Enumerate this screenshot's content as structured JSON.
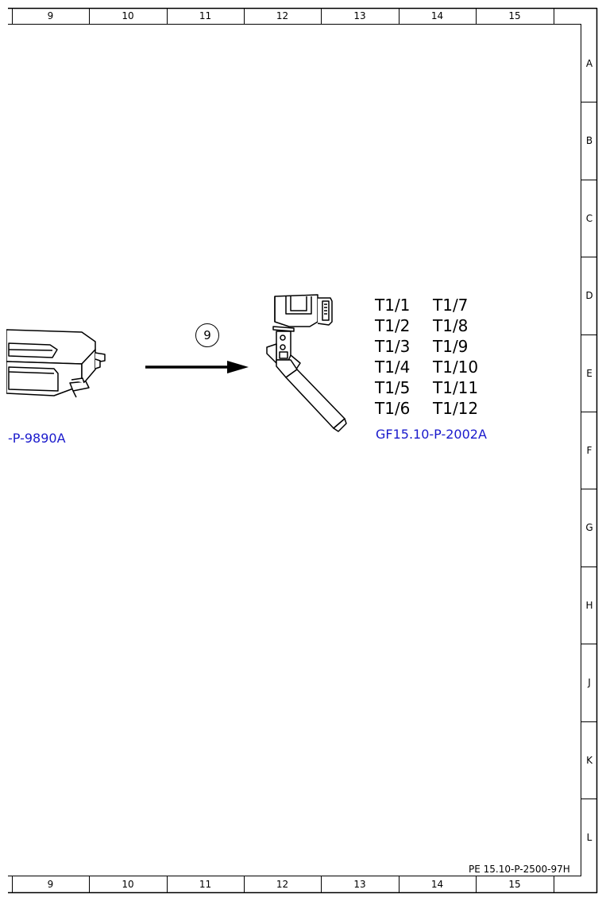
{
  "column_labels": [
    "9",
    "10",
    "11",
    "12",
    "13",
    "14",
    "15"
  ],
  "row_labels": [
    "A",
    "B",
    "C",
    "D",
    "E",
    "F",
    "G",
    "H",
    "J",
    "K",
    "L"
  ],
  "callout_number": "9",
  "left_component_link": "-P-9890A",
  "right_component_link": "GF15.10-P-2002A",
  "pin_list": {
    "left": [
      "T1/1",
      "T1/2",
      "T1/3",
      "T1/4",
      "T1/5",
      "T1/6"
    ],
    "right": [
      "T1/7",
      "T1/8",
      "T1/9",
      "T1/10",
      "T1/11",
      "T1/12"
    ]
  },
  "document_id": "PE 15.10-P-2500-97H"
}
